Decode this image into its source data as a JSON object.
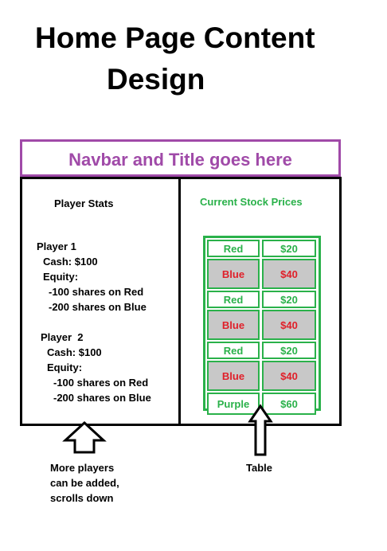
{
  "title": {
    "line1": "Home Page Content",
    "line2": "Design"
  },
  "navbar": {
    "text": "Navbar and Title goes here"
  },
  "player_stats": {
    "heading": "Player Stats",
    "players": [
      {
        "name": "Player 1",
        "cash": "Cash: $100",
        "equity": "Equity:",
        "holdings": [
          "-100 shares on Red",
          "-200 shares on Blue"
        ]
      },
      {
        "name": "Player  2",
        "cash": "Cash: $100",
        "equity": "Equity:",
        "holdings": [
          "-100 shares on Red",
          "-200 shares on Blue"
        ]
      }
    ]
  },
  "stock_prices": {
    "heading": "Current Stock Prices",
    "rows": [
      {
        "stock": "Red",
        "price": "$20",
        "style": "green"
      },
      {
        "stock": "Blue",
        "price": "$40",
        "style": "red"
      },
      {
        "stock": "Red",
        "price": "$20",
        "style": "green"
      },
      {
        "stock": "Blue",
        "price": "$40",
        "style": "red"
      },
      {
        "stock": "Red",
        "price": "$20",
        "style": "green"
      },
      {
        "stock": "Blue",
        "price": "$40",
        "style": "red"
      },
      {
        "stock": "Purple",
        "price": "$60",
        "style": "green"
      }
    ]
  },
  "annotations": {
    "players_note": [
      "More players",
      "can be added,",
      "scrolls down"
    ],
    "table_note": "Table"
  },
  "colors": {
    "navbar": "#a04aa8",
    "green": "#2ab14a",
    "red": "#e0202a",
    "gray": "#c8c8c8"
  }
}
